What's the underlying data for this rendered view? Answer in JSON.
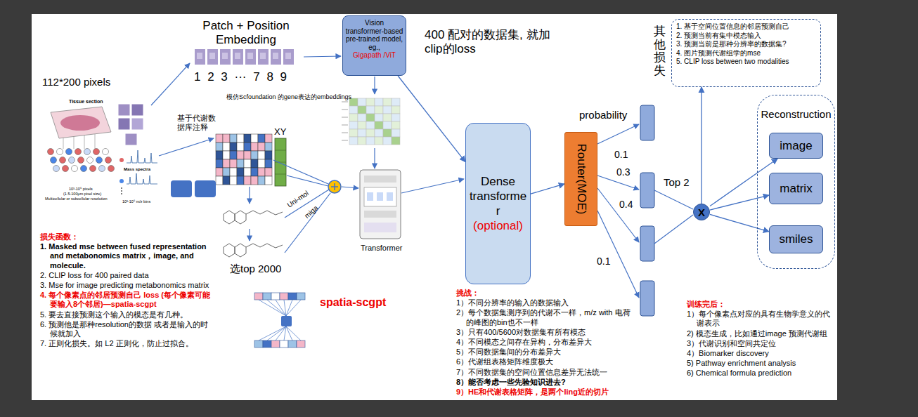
{
  "diagram": {
    "nodes": [
      {
        "text": [
          "Vision transformer-based pre-trained model, eg.,",
          "Gigapath /ViT"
        ]
      },
      {
        "text": [
          "Dense transformer",
          "(optional)"
        ]
      },
      {
        "text": [
          "Router(MOE)"
        ]
      },
      {
        "text": [
          "X"
        ]
      },
      {
        "text": [
          "其他损失",
          "1. 基于空间位置信息的邻居预测自己",
          "2. 预测当前有集中模态输入",
          "3. 预测当前是那种分辨率的数据集?",
          "4. 图片预测代谢组学的mse",
          "5. CLIP loss between two modalities"
        ]
      },
      {
        "text": [
          "Reconstruction"
        ]
      },
      {
        "text": [
          "image"
        ],
        "in": 5
      },
      {
        "text": [
          "matrix"
        ],
        "in": 5
      },
      {
        "text": [
          "smiles"
        ],
        "in": 5
      }
    ],
    "edges": [
      {
        "from": 0,
        "to": 1,
        "arrow": "to"
      },
      {
        "from": 1,
        "to": 2,
        "arrow": "to"
      },
      {
        "from": 3,
        "to": 4,
        "arrow": "to"
      },
      {
        "from": 3,
        "to": 6,
        "arrow": "to"
      },
      {
        "from": 3,
        "to": 7,
        "arrow": "to"
      },
      {
        "from": 3,
        "to": 8,
        "arrow": "to"
      }
    ],
    "labels": [
      "Patch + Position Embedding",
      "1 2 3 ··· 7 8 9",
      "112*200 pixels",
      "Tissue section",
      "Mass spectra",
      "10³-10⁶ pixels",
      "(1.5-100μm pixel size)",
      "Multicellular or subcellular resolution",
      "10³-10⁶ m/z bins",
      "400 配对的数据集, 就加clip的loss",
      "模仿Scfoundation 的gene表达的embeddings",
      "基于代谢数据库注释",
      "XY",
      "Uni-mol",
      "miga",
      "Transformer",
      "选top 2000",
      "spatia-scgpt",
      "损失函数：",
      "1. Masked mse between fused representation and metabonomics matrix，image, and molecule.",
      "2. CLIP loss for 400 paired data",
      "3. Mse for image predicting metabonomics matrix",
      "4. 每个像素点的邻居预测自己 loss (每个像素可能要输入8个邻居)—spatia-scgpt",
      "5. 要去直接预测这个输入的模态是有几种。",
      "6. 预测他是那种resolution的数据 或者是输入的时候就加入",
      "7. 正则化损失。如 L2 正则化，防止过拟合。",
      "probability",
      "0.1",
      "0.3",
      "0.4",
      "0.1",
      "Top 2",
      "挑战：",
      "1）不同分辨率的输入的数据输入",
      "2）每个数据集测序到的代谢不一样，m/z with 电荷的峰图的bin也不一样",
      "3）只有400/5600对数据集有所有模态",
      "4）不同模态之间存在异构，分布差异大",
      "5）不同数据集间的分布差异大",
      "6）代谢组表格矩阵维度极大",
      "7）不同数据集的空间位置信息差异无法统一",
      "8）能否考虑一些先验知识进去?",
      "9）HE和代谢表格矩阵，是两个ling近的切片",
      "训练完后：",
      "1）每个像素点对应的具有生物学意义的代谢表示",
      "2) 模态生成，比如通过image 预测代谢组",
      "3）代谢识别和空间共定位",
      "4）Biomarker discovery",
      "5) Pathway enrichment analysis",
      "6) Chemical formula prediction"
    ]
  }
}
